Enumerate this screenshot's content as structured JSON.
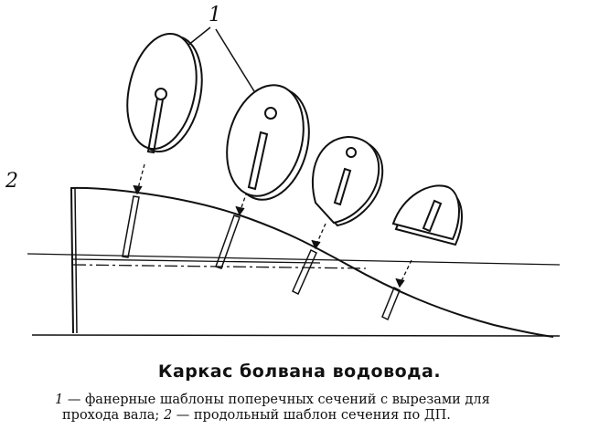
{
  "labels": {
    "one": "1",
    "two": "2"
  },
  "caption": {
    "title": "Каркас болвана водовода.",
    "line1_num": "1",
    "line1_text": " — фанерные шаблоны поперечных сечений с вырезами для",
    "line2_text_a": "прохода вала; ",
    "line2_num": "2",
    "line2_text_b": " — продольный шаблон сечения по ДП."
  }
}
